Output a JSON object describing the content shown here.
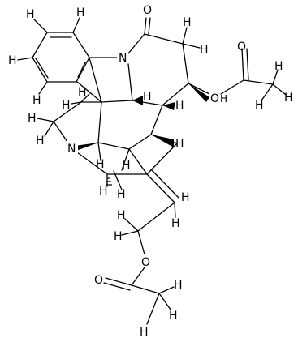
{
  "atoms": {
    "h_ring1_top": "H",
    "h_ring1_ul": "H",
    "h_ring1_l": "H",
    "h_ring1_bl": "H",
    "o_ketone": "O",
    "n_amide": "N",
    "h_ch2_a": "H",
    "h_ch2_b": "H",
    "o_carbonyl_r": "O",
    "h_methyl_r1": "H",
    "h_methyl_r2": "H",
    "h_methyl_r3": "H",
    "h_ring_l1": "H",
    "h_ring_l2": "H",
    "h_stereo_mid": "H",
    "h_ch2_n1": "H",
    "h_ch2_n2": "H",
    "h_stereo_right": "H",
    "h_stereo_center": "H",
    "n_amine": "N",
    "h_stereo_low": "H",
    "h_low_1": "H",
    "h_low_2": "H",
    "h_alkene1": "H",
    "h_alkene2": "H",
    "h_bridge": "H",
    "h_ch2o_1": "H",
    "h_ch2o_2": "H",
    "o_ester_low": "O",
    "o_carbonyl_low": "O",
    "h_methyl_l1": "H",
    "h_methyl_l2": "H",
    "h_methyl_l3": "H",
    "o_ester_r": "O",
    "h_abs": "H"
  }
}
